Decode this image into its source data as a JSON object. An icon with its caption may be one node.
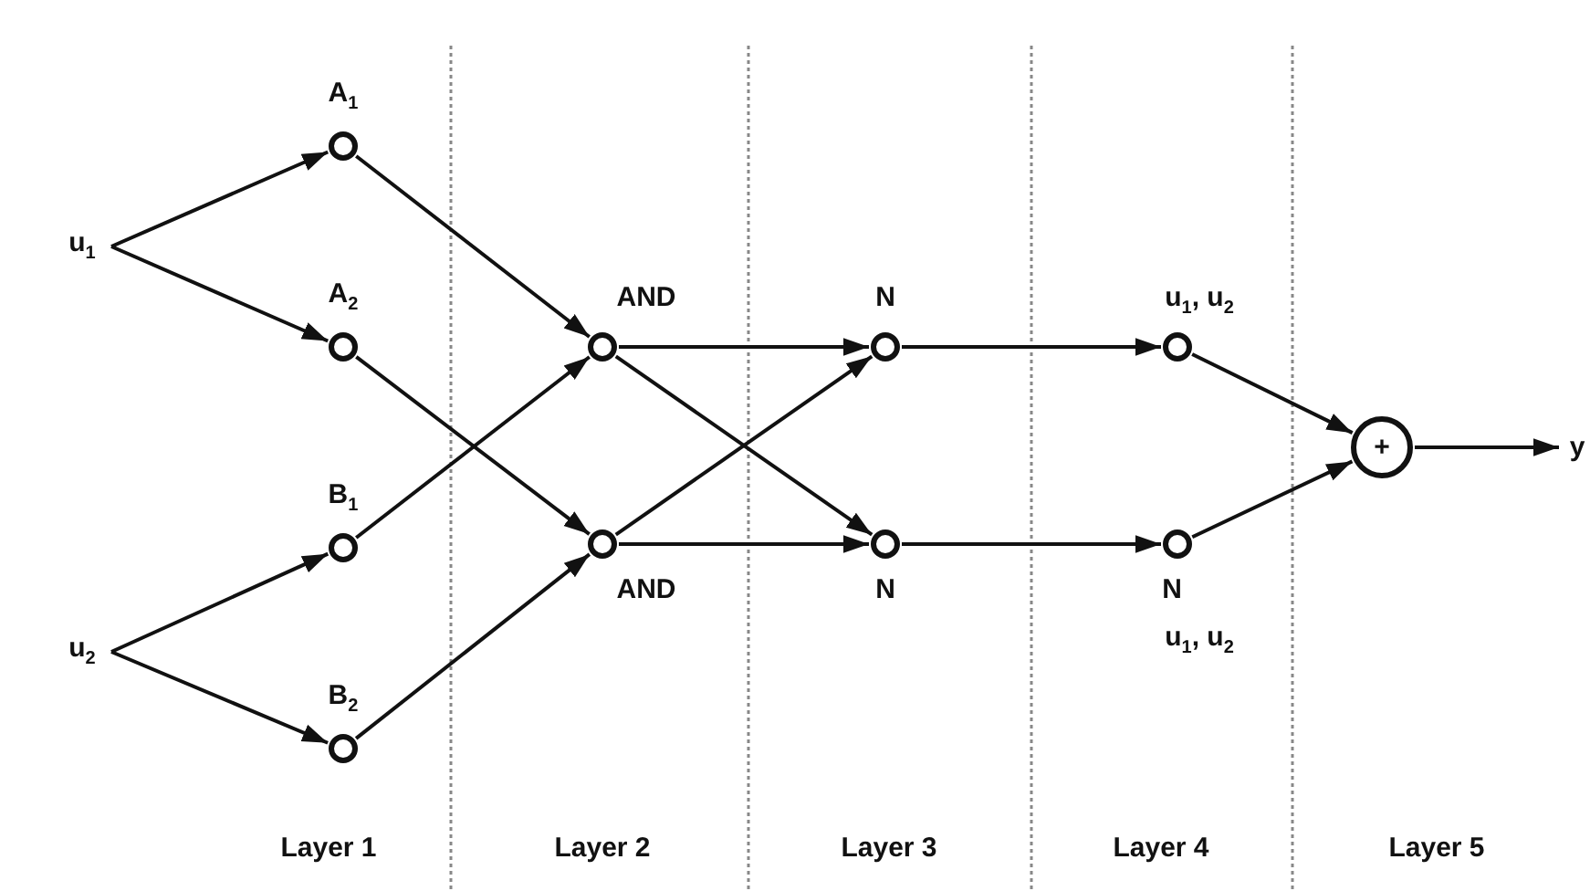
{
  "diagram": {
    "nodes": [
      {
        "text": [
          "u$_{1}$"
        ]
      },
      {
        "text": [
          "u$_{2}$"
        ]
      },
      {
        "text": [
          "A$_{1}$"
        ]
      },
      {
        "text": [
          "A$_{2}$"
        ]
      },
      {
        "text": [
          "B$_{1}$"
        ]
      },
      {
        "text": [
          "B$_{2}$"
        ]
      },
      {
        "text": [
          "AND"
        ]
      },
      {
        "text": [
          "AND"
        ]
      },
      {
        "text": [
          "N"
        ]
      },
      {
        "text": [
          "N"
        ]
      },
      {
        "text": [
          "u$_{1}$, u$_{2}$"
        ]
      },
      {
        "text": [
          "N",
          "u$_{1}$, u$_{2}$"
        ]
      },
      {
        "text": [
          "+"
        ]
      },
      {
        "text": [
          "y"
        ]
      }
    ],
    "edges": [
      {
        "from": 0,
        "to": 2,
        "arrow": "to"
      },
      {
        "from": 0,
        "to": 3,
        "arrow": "to"
      },
      {
        "from": 1,
        "to": 4,
        "arrow": "to"
      },
      {
        "from": 1,
        "to": 5,
        "arrow": "to"
      },
      {
        "from": 2,
        "to": 6,
        "arrow": "to"
      },
      {
        "from": 3,
        "to": 7,
        "arrow": "to"
      },
      {
        "from": 4,
        "to": 6,
        "arrow": "to"
      },
      {
        "from": 5,
        "to": 7,
        "arrow": "to"
      },
      {
        "from": 6,
        "to": 8,
        "arrow": "to"
      },
      {
        "from": 6,
        "to": 9,
        "arrow": "to"
      },
      {
        "from": 7,
        "to": 8,
        "arrow": "to"
      },
      {
        "from": 7,
        "to": 9,
        "arrow": "to"
      },
      {
        "from": 8,
        "to": 10,
        "arrow": "to"
      },
      {
        "from": 9,
        "to": 11,
        "arrow": "to"
      },
      {
        "from": 10,
        "to": 12,
        "arrow": "to"
      },
      {
        "from": 11,
        "to": 12,
        "arrow": "to"
      },
      {
        "from": 12,
        "to": 13,
        "arrow": "to"
      }
    ],
    "labels": [
      "Layer 1",
      "Layer 2",
      "Layer 3",
      "Layer 4",
      "Layer 5"
    ]
  }
}
